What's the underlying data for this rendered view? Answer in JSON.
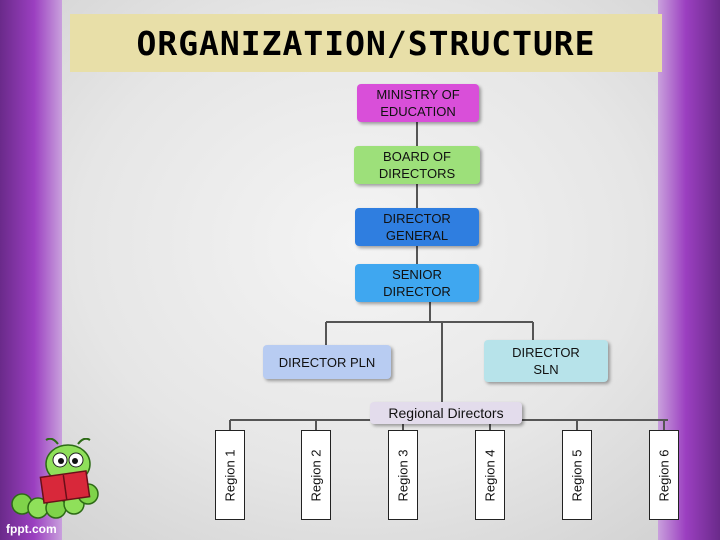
{
  "title": "ORGANIZATION/STRUCTURE",
  "nodes": {
    "ministry": "MINISTRY OF\nEDUCATION",
    "board": "BOARD OF\nDIRECTORS",
    "director_general": "DIRECTOR\nGENERAL",
    "senior_director": "SENIOR\nDIRECTOR",
    "director_pln": "DIRECTOR PLN",
    "director_sln": "DIRECTOR\nSLN",
    "regional_directors": "Regional Directors"
  },
  "regions": [
    "Region 1",
    "Region 2",
    "Region 3",
    "Region 4",
    "Region 5",
    "Region 6"
  ],
  "logo": "fppt.com",
  "colors": {
    "ministry": "#d94fd9",
    "board": "#9de07a",
    "director_general": "#2f7ee0",
    "senior_director": "#3fa7f0",
    "director_pln": "#b8ccf2",
    "director_sln": "#b7e3ea",
    "regional_directors": "#e3dcec",
    "title_bg": "#e8dfa8"
  }
}
